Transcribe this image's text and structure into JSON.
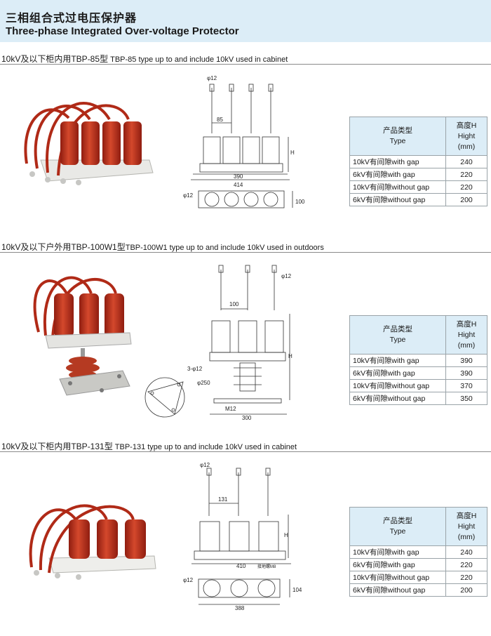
{
  "header": {
    "title_cn": "三相组合式过电压保护器",
    "title_en": "Three-phase Integrated Over-voltage Protector"
  },
  "sections": [
    {
      "title_main": "10kV及以下柜内用TBP-85型",
      "title_sub": " TBP-85 type up to and include 10kV used in cabinet",
      "table": {
        "header_type_cn": "产品类型",
        "header_type_en": "Type",
        "header_h_cn": "高度H",
        "header_h_en": "Hight",
        "header_h_unit": "(mm)",
        "rows": [
          {
            "type": "10kV有间隙with gap",
            "h": "240"
          },
          {
            "type": "6kV有间隙with gap",
            "h": "220"
          },
          {
            "type": "10kV有间隙without gap",
            "h": "220"
          },
          {
            "type": "6kV有间隙without gap",
            "h": "200"
          }
        ]
      },
      "dims": {
        "d_top": "φ12",
        "pitch": "85",
        "height": "H",
        "w1": "390",
        "w2": "414",
        "d_side": "φ12",
        "depth": "100"
      }
    },
    {
      "title_main": "10kV及以下户外用TBP-100W1型",
      "title_sub": "TBP-100W1 type up to and include 10kV used in outdoors",
      "table": {
        "header_type_cn": "产品类型",
        "header_type_en": "Type",
        "header_h_cn": "高度H",
        "header_h_en": "Hight",
        "header_h_unit": "(mm)",
        "rows": [
          {
            "type": "10kV有间隙with gap",
            "h": "390"
          },
          {
            "type": "6kV有间隙with gap",
            "h": "390"
          },
          {
            "type": "10kV有间隙without gap",
            "h": "370"
          },
          {
            "type": "6kV有间隙without gap",
            "h": "350"
          }
        ]
      },
      "dims": {
        "d_top": "φ12",
        "pitch": "100",
        "height": "H",
        "holes": "3-φ12",
        "circle": "φ250",
        "bolt": "M12",
        "width": "300"
      }
    },
    {
      "title_main": "10kV及以下柜内用TBP-131型",
      "title_sub": " TBP-131 type up to and include 10kV used in cabinet",
      "table": {
        "header_type_cn": "产品类型",
        "header_type_en": "Type",
        "header_h_cn": "高度H",
        "header_h_en": "Hight",
        "header_h_unit": "(mm)",
        "rows": [
          {
            "type": "10kV有间隙with gap",
            "h": "240"
          },
          {
            "type": "6kV有间隙with gap",
            "h": "220"
          },
          {
            "type": "10kV有间隙without gap",
            "h": "220"
          },
          {
            "type": "6kV有间隙without gap",
            "h": "200"
          }
        ]
      },
      "dims": {
        "d_top": "φ12",
        "pitch": "131",
        "height": "H",
        "w1": "410",
        "bolt": "接地螺M8",
        "d_side": "φ12",
        "depth": "104",
        "w2": "388"
      }
    }
  ]
}
